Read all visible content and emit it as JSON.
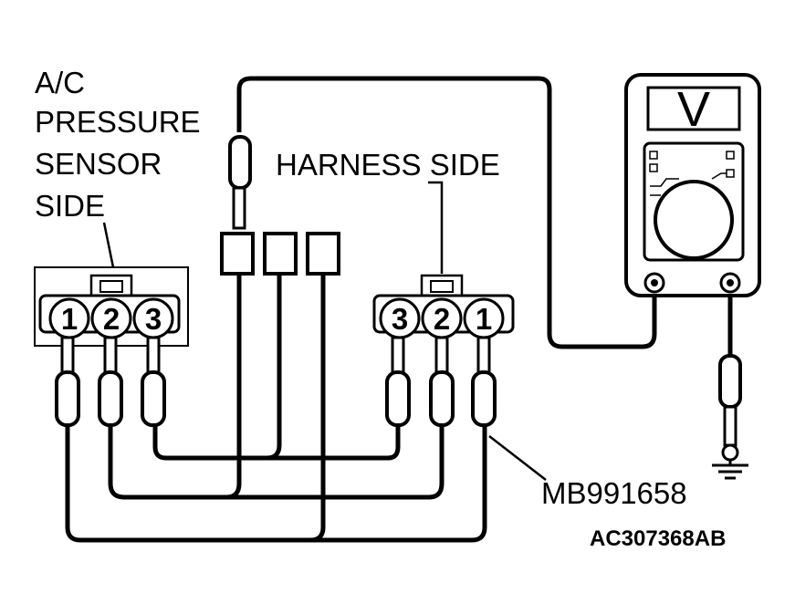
{
  "labels": {
    "sensor_side": [
      "A/C",
      "PRESSURE",
      "SENSOR",
      "SIDE"
    ],
    "harness_side": "HARNESS SIDE",
    "tool": "MB991658",
    "figure_code": "AC307368AB"
  },
  "connectors": {
    "sensor_pins": [
      "1",
      "2",
      "3"
    ],
    "harness_pins": [
      "3",
      "2",
      "1"
    ]
  },
  "meter": {
    "mode": "V"
  }
}
